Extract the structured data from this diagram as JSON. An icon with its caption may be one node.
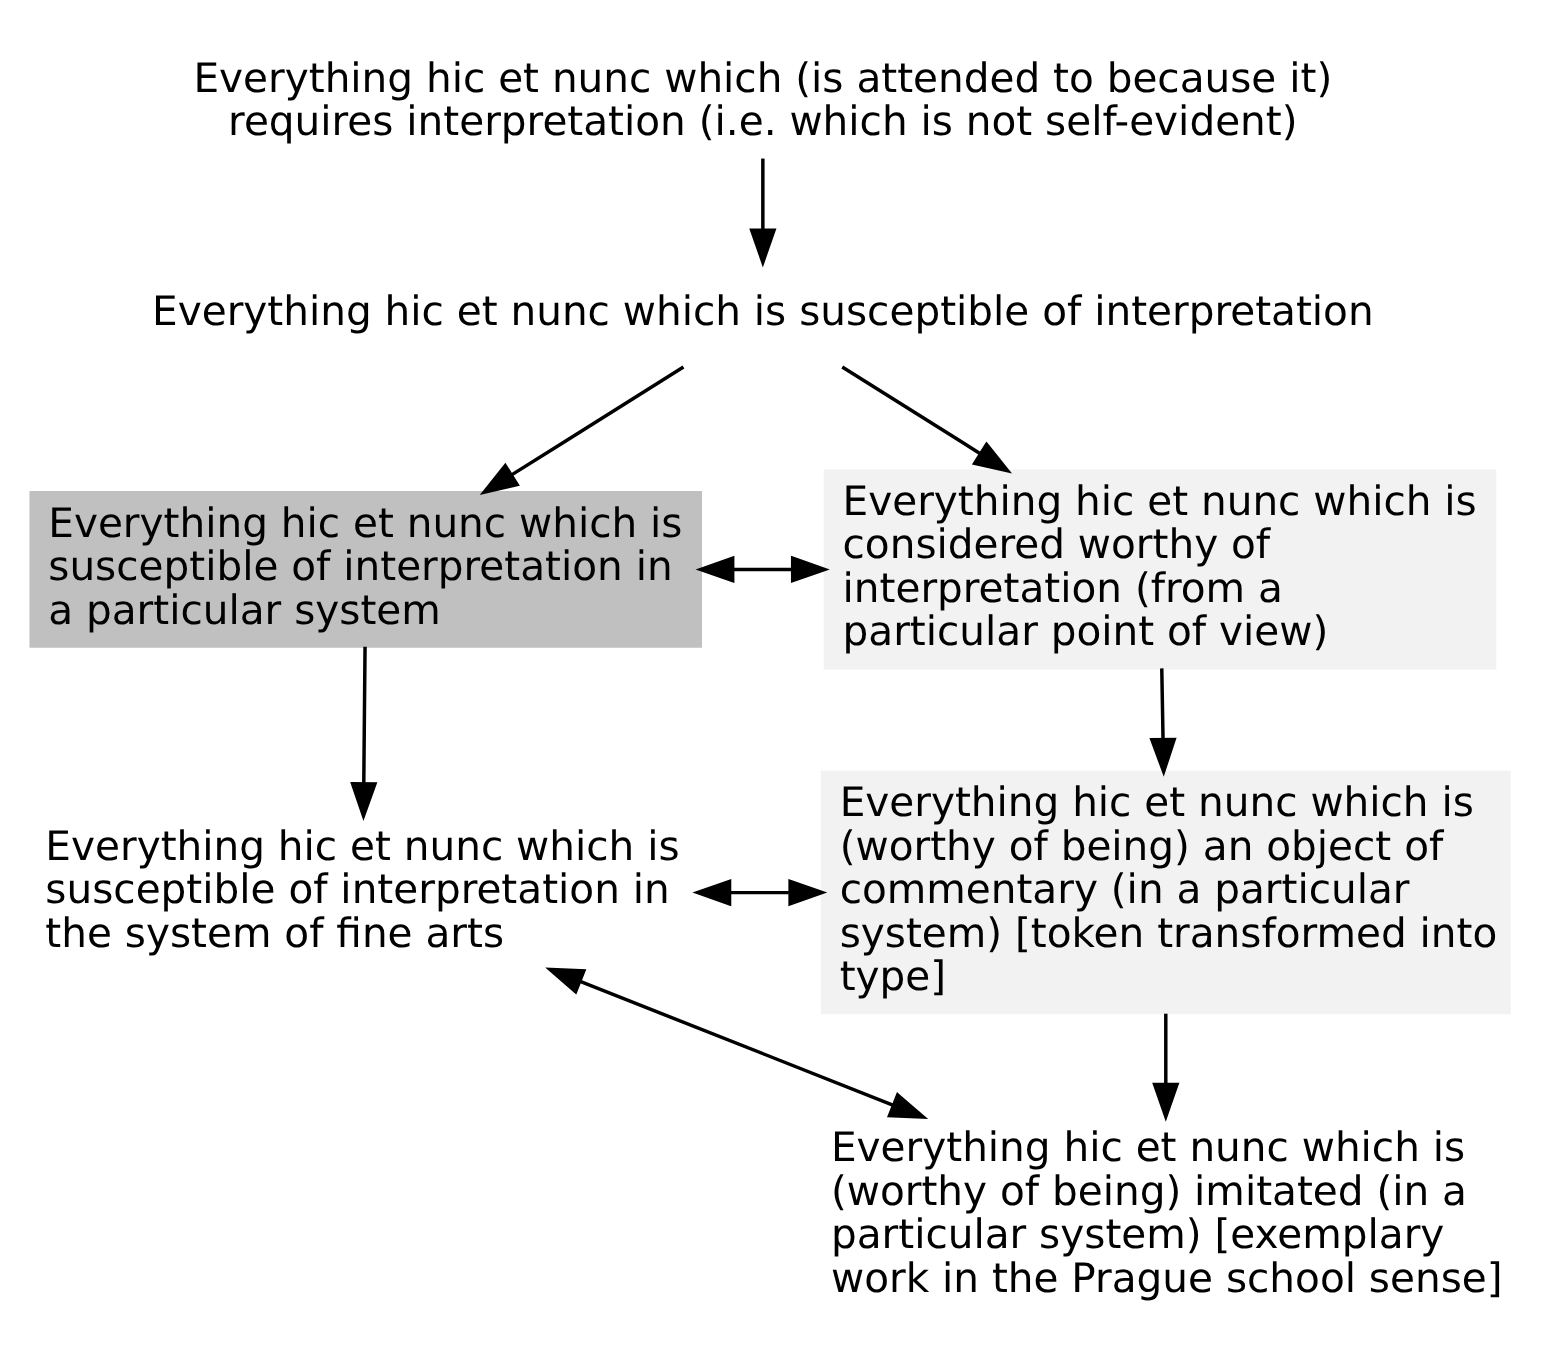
{
  "diagram": {
    "nodes": [
      {
        "text": [
          "Everything hic et nunc which (is attended to because it) requires interpretation (i.e. which is not self-evident)"
        ]
      },
      {
        "text": [
          "Everything hic et nunc which is susceptible of interpretation"
        ]
      },
      {
        "text": [
          "Everything hic et nunc which is susceptible of interpretation in a particular system"
        ]
      },
      {
        "text": [
          "Everything hic et nunc which is considered worthy of interpretation (from a particular point of view)"
        ]
      },
      {
        "text": [
          "Everything hic et nunc which is susceptible of interpretation in the system of fine arts"
        ]
      },
      {
        "text": [
          "Everything hic et nunc which is (worthy of being) an object of commentary (in a particular system) [token transformed into type]"
        ]
      },
      {
        "text": [
          "Everything hic et nunc which is (worthy of being) imitated (in a particular system) [exemplary work in the Prague school sense]"
        ]
      }
    ],
    "edges": [
      {
        "from": 0,
        "to": 1,
        "arrow": "to"
      },
      {
        "from": 1,
        "to": 2,
        "arrow": "to"
      },
      {
        "from": 1,
        "to": 3,
        "arrow": "to"
      },
      {
        "from": 2,
        "to": 3,
        "arrow": "both"
      },
      {
        "from": 2,
        "to": 4,
        "arrow": "to"
      },
      {
        "from": 3,
        "to": 5,
        "arrow": "to"
      },
      {
        "from": 4,
        "to": 5,
        "arrow": "both"
      },
      {
        "from": 5,
        "to": 6,
        "arrow": "to"
      },
      {
        "from": 4,
        "to": 6,
        "arrow": "both"
      }
    ]
  }
}
